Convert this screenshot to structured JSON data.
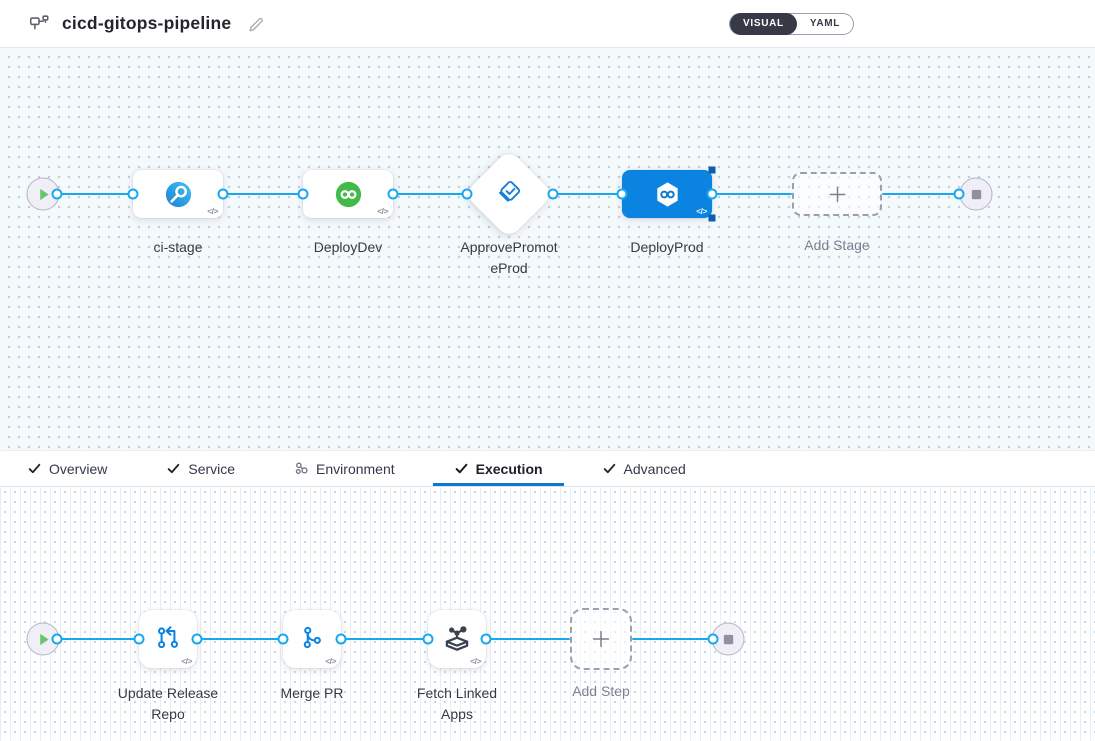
{
  "header": {
    "title": "cicd-gitops-pipeline",
    "view_toggle": {
      "visual": "VISUAL",
      "yaml": "YAML",
      "selected": "VISUAL"
    }
  },
  "stage_pipeline": {
    "stages": [
      {
        "label": "ci-stage",
        "icon": "ci-build-icon"
      },
      {
        "label": "DeployDev",
        "icon": "cd-icon"
      },
      {
        "label": "ApprovePromoteProd",
        "icon": "approval-icon",
        "shape": "diamond"
      },
      {
        "label": "DeployProd",
        "icon": "gitops-icon",
        "selected": true
      },
      {
        "label": "Add Stage",
        "icon": "plus-icon",
        "placeholder": true
      }
    ],
    "code_badge": "</>"
  },
  "tabs": [
    {
      "label": "Overview",
      "icon": "check-icon",
      "active": false
    },
    {
      "label": "Service",
      "icon": "check-icon",
      "active": false
    },
    {
      "label": "Environment",
      "icon": "environment-status-icon",
      "active": false
    },
    {
      "label": "Execution",
      "icon": "check-icon",
      "active": true
    },
    {
      "label": "Advanced",
      "icon": "check-icon",
      "active": false
    }
  ],
  "execution": {
    "steps": [
      {
        "label": "Update Release Repo",
        "icon": "update-release-repo-icon"
      },
      {
        "label": "Merge PR",
        "icon": "merge-pr-icon"
      },
      {
        "label": "Fetch Linked Apps",
        "icon": "fetch-linked-apps-icon"
      },
      {
        "label": "Add Step",
        "icon": "plus-icon",
        "placeholder": true
      }
    ],
    "code_badge": "</>"
  },
  "colors": {
    "connector_blue": "#18a8f0",
    "selected_stage_blue": "#0a84e0",
    "accent_blue": "#0278d5",
    "cd_green": "#42ba47",
    "toggle_dark": "#383946"
  }
}
